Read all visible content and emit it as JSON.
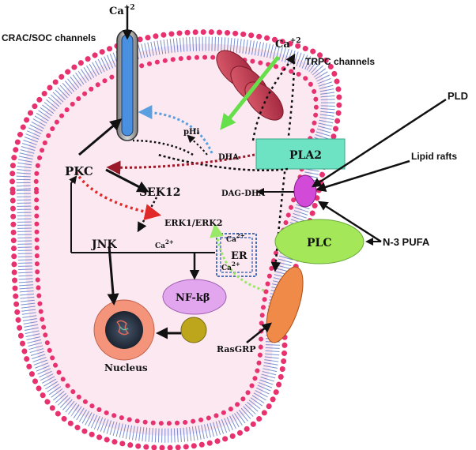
{
  "labels": {
    "ca_top": "Ca",
    "ca_top_sup": "+2",
    "crac_soc": "CRAC/SOC channels",
    "ca_trpc": "Ca",
    "ca_trpc_sup": "+2",
    "trpc": "TRPC channels",
    "pld": "PLD",
    "lipid_rafts": "Lipid rafts",
    "phi": "pHi",
    "dha": "DHA",
    "pla2": "PLA2",
    "pkc": "PKC",
    "sek12": "SEK12",
    "dag_dha": "DAG-DHA",
    "erk": "ERK1/ERK2",
    "plc": "PLC",
    "n3pufa": "N-3 PUFA",
    "jnk": "JNK",
    "ca_jnk": "Ca",
    "ca_jnk_sup": "2+",
    "er": "ER",
    "er_ca_top": "Ca",
    "er_ca_top_sup": "2+",
    "er_ca_bottom": "Ca",
    "er_ca_bottom_sup": "2+",
    "nfkb": "NF-kβ",
    "nucleus": "Nucleus",
    "rasgrp": "RasGRP"
  },
  "colors": {
    "lipid_head": "#e8326f",
    "lipid_tail": "#5a74c4",
    "pla2_fill": "#6ee3c3",
    "plc_fill": "#a4e85a",
    "raft_fill": "#d24bd8",
    "nfkb_fill": "#e2a6ee",
    "nucleus_outer": "#f4947a",
    "nucleus_inner": "#263040",
    "olive": "#bda51c",
    "rasgrp_fill": "#f08a48",
    "trpc_fill": "#c43a52",
    "crac_fill": "#4a90e0",
    "green_arrow": "#66e04a",
    "blue_dotted": "#5aa0e0",
    "red_dotted": "#e02a2a",
    "maroon_dotted": "#9a1a2a",
    "light_green_dotted": "#9ae86a"
  }
}
